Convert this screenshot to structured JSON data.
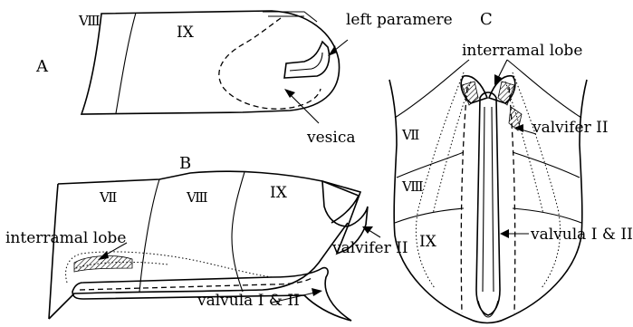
{
  "panels": {
    "A": {
      "label": "A",
      "segments": [
        "Ⅷ",
        "IX"
      ],
      "callouts": {
        "paramere": "left paramere",
        "vesica": "vesica"
      }
    },
    "B": {
      "label": "B",
      "segments": [
        "Ⅶ",
        "Ⅷ",
        "IX"
      ],
      "callouts": {
        "interramal": "interramal lobe",
        "valvifer": "valvifer II",
        "valvula": "valvula I & II"
      }
    },
    "C": {
      "label": "C",
      "segments": [
        "Ⅶ",
        "Ⅷ",
        "IX"
      ],
      "callouts": {
        "interramal": "interramal lobe",
        "valvifer": "valvifer II",
        "valvula": "valvula I & II"
      }
    }
  },
  "colors": {
    "ink": "#000000",
    "background": "#ffffff"
  }
}
